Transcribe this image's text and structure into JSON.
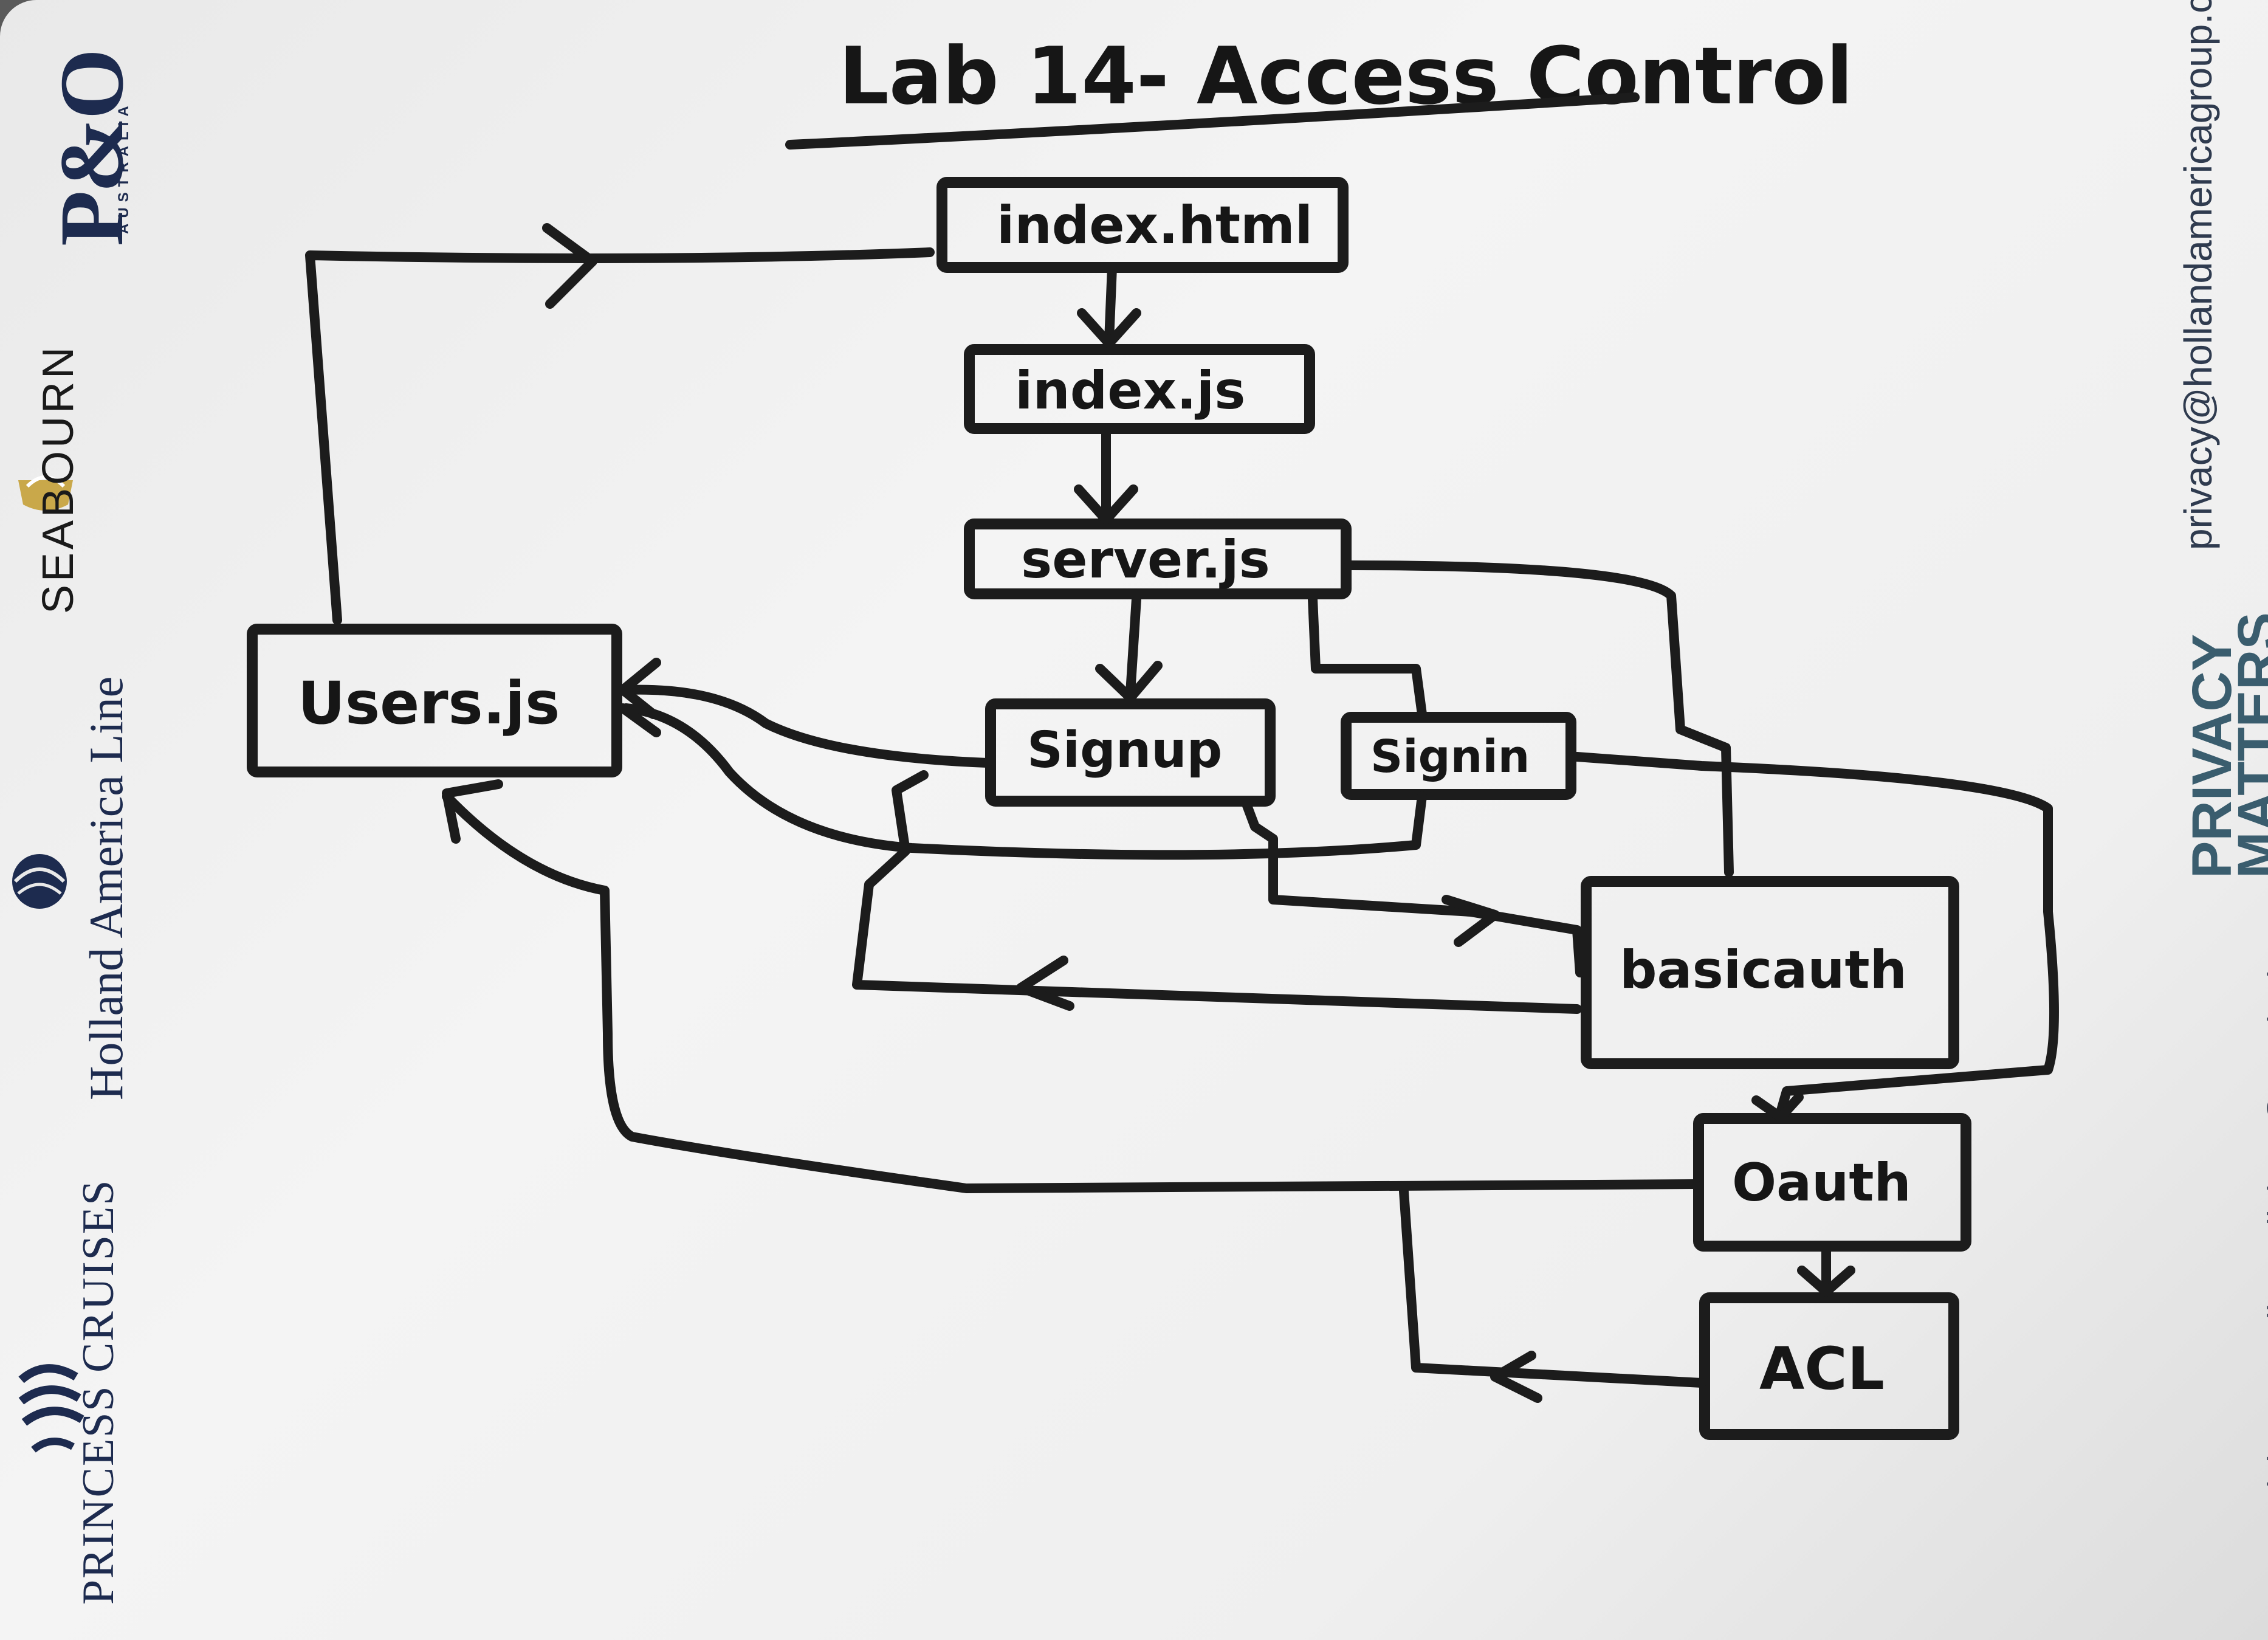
{
  "title": "Lab 14- Access Control",
  "nodes": {
    "index_html": "index.html",
    "index_js": "index.js",
    "server_js": "server.js",
    "users_js": "Users.js",
    "signup": "Signup",
    "signin": "Signin",
    "basicauth": "basicauth",
    "oauth": "Oauth",
    "acl": "ACL"
  },
  "brands": {
    "po": "P&O",
    "po_sub": "AUSTRALIA",
    "seabourn": "SEABOURN",
    "holland": "Holland America Line",
    "princess": "PRINCESS CRUISES",
    "privacy": "PRIVACY",
    "matters": "MATTERS.",
    "email_privacy": "privacy@hollandamericagroup.com",
    "email_suspicious": "Suspicious email? malicious@carnival.com"
  },
  "colors": {
    "ink": "#1c1c1c",
    "navy": "#1d2b4f",
    "gold": "#c9a84a",
    "teal": "#3a5d6e"
  }
}
